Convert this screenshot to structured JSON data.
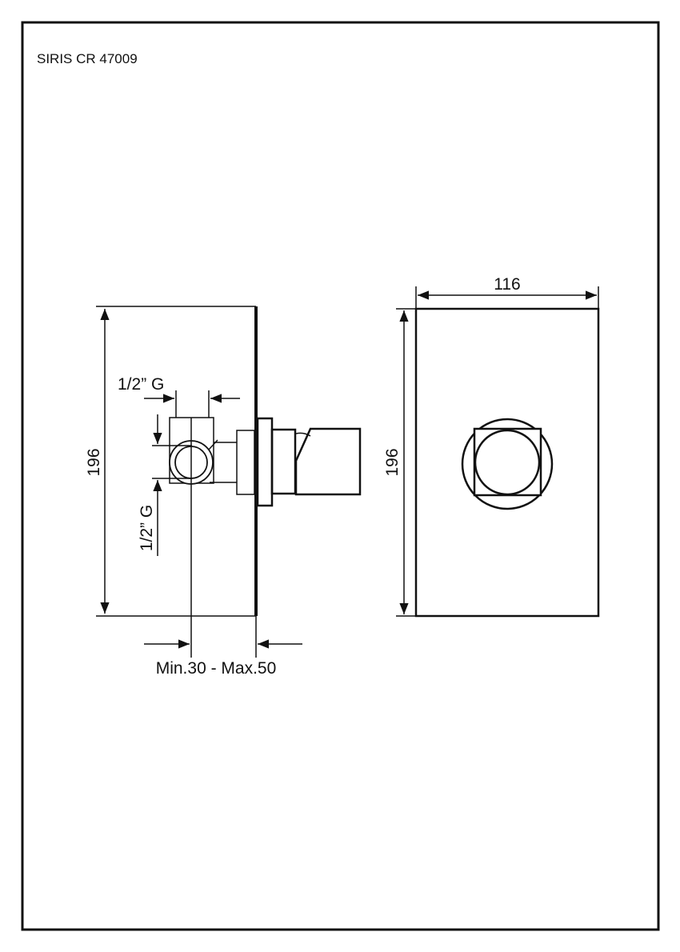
{
  "title": "SIRIS CR 47009",
  "side_view": {
    "height_label": "196",
    "inlet_top_label": "1/2” G",
    "inlet_side_label": "1/2” G",
    "depth_label": "Min.30 - Max.50"
  },
  "front_view": {
    "width_label": "116",
    "height_label": "196"
  }
}
